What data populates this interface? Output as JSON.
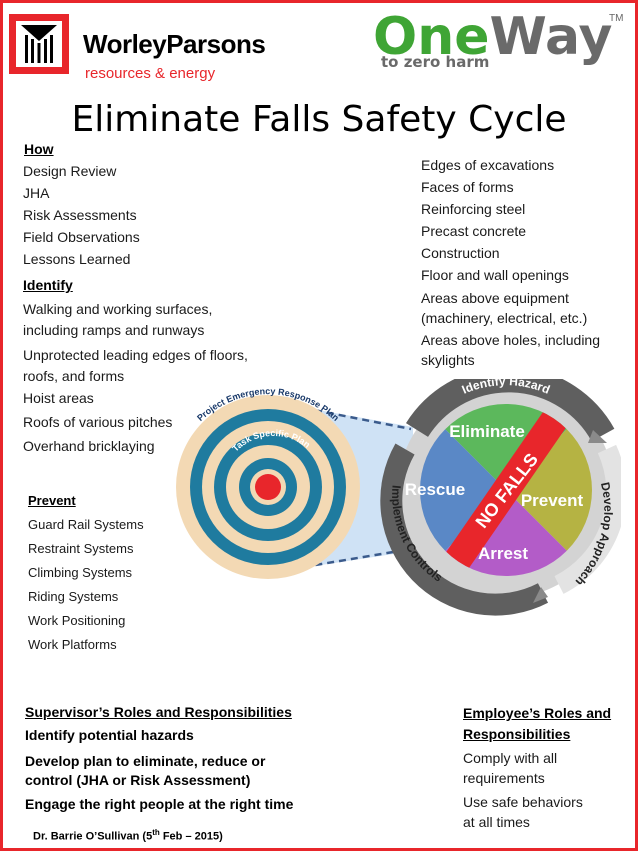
{
  "header": {
    "company_name": "WorleyParsons",
    "company_tagline": "resources & energy",
    "program_one": "One",
    "program_way": "Way",
    "program_tm": "TM",
    "program_tagline": "to zero harm"
  },
  "title": "Eliminate Falls Safety Cycle",
  "how": {
    "heading": "How",
    "items": [
      "Design Review",
      "JHA",
      "Risk Assessments",
      "Field Observations",
      "Lessons Learned"
    ]
  },
  "identify": {
    "heading": "Identify",
    "items": [
      "Walking and working surfaces,",
      "including ramps and runways",
      "Unprotected leading edges of floors,",
      "roofs, and forms",
      "Hoist areas",
      "Roofs of various pitches",
      "Overhand bricklaying"
    ]
  },
  "right_list": {
    "items": [
      "Edges of excavations",
      "Faces of forms",
      "Reinforcing steel",
      "Precast concrete",
      "Construction",
      "Floor and wall openings",
      "Areas above equipment",
      "(machinery, electrical, etc.)",
      "Areas above holes, including",
      "skylights"
    ]
  },
  "target": {
    "outer_label": "Project Emergency Response Plan",
    "inner_label": "Task Specific Plan"
  },
  "cycle": {
    "ring_top": "Identify Hazard",
    "ring_right": "Develop Approach",
    "ring_left": "Implement Controls",
    "sections": {
      "top": "Eliminate",
      "right": "Prevent",
      "bottom": "Arrest",
      "left": "Rescue"
    },
    "banner": "NO FALLS",
    "colors": {
      "eliminate": "#5cb85c",
      "prevent": "#b5b343",
      "arrest": "#b35cc8",
      "rescue": "#5a88c6",
      "banner": "#e8262b",
      "ring": "#6a6a6a"
    }
  },
  "prevent": {
    "heading": "Prevent",
    "items": [
      "Guard Rail Systems",
      "Restraint Systems",
      "Climbing Systems",
      "Riding Systems",
      "Work Positioning",
      "Work Platforms"
    ]
  },
  "supervisor": {
    "heading": "Supervisor’s Roles and Responsibilities",
    "items": [
      "Identify potential hazards",
      "Develop plan to eliminate, reduce or",
      "control (JHA or Risk Assessment)",
      "Engage the right people at the right time"
    ]
  },
  "employee": {
    "heading_line1": "Employee’s Roles and",
    "heading_line2": "Responsibilities",
    "items": [
      "Comply with all",
      "requirements",
      "Use safe behaviors",
      "at all times"
    ]
  },
  "credit": {
    "prefix": "Dr. Barrie O’Sullivan (5",
    "sup": "th",
    "suffix": " Feb – 2015)"
  }
}
